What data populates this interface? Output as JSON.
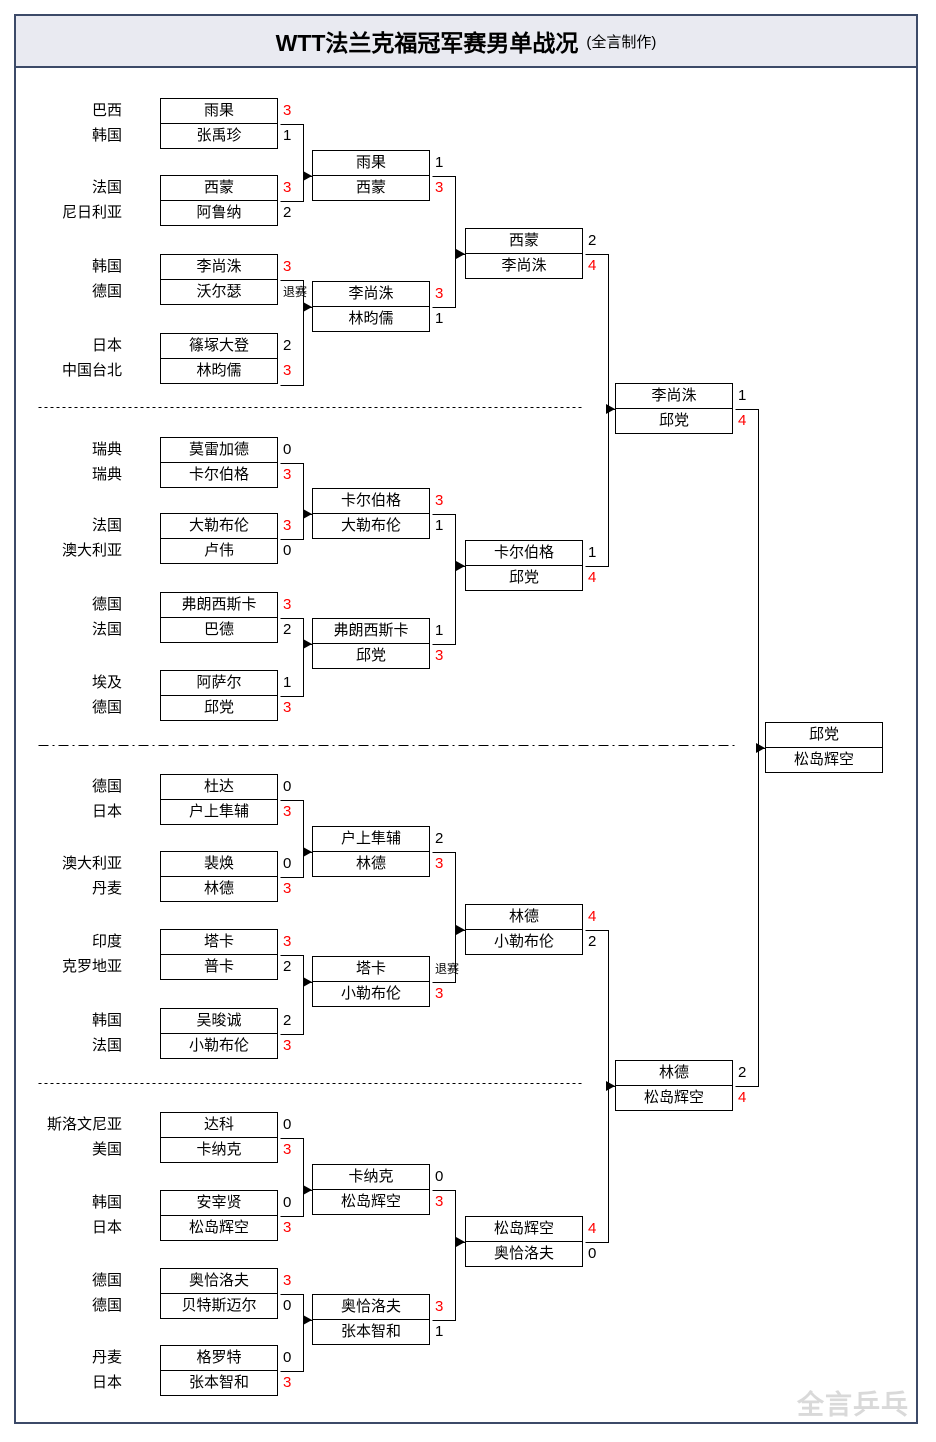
{
  "title": {
    "main": "WTT法兰克福冠军赛男单战况",
    "sub": "(全言制作)"
  },
  "watermark": "全言乒乓",
  "colors": {
    "win_score": "#ff0000",
    "line": "#000000",
    "frame": "#3c4a68",
    "titlebar_bg": "#e9eaf1"
  },
  "b": {
    "q1m1": {
      "c1": "巴西",
      "p1": "雨果",
      "s1": "3",
      "c2": "韩国",
      "p2": "张禹珍",
      "s2": "1"
    },
    "q1m2": {
      "c1": "法国",
      "p1": "西蒙",
      "s1": "3",
      "c2": "尼日利亚",
      "p2": "阿鲁纳",
      "s2": "2"
    },
    "q1m3": {
      "c1": "韩国",
      "p1": "李尚洙",
      "s1": "3",
      "c2": "德国",
      "p2": "沃尔瑟",
      "s2": "退赛"
    },
    "q1m4": {
      "c1": "日本",
      "p1": "篠塚大登",
      "s1": "2",
      "c2": "中国台北",
      "p2": "林昀儒",
      "s2": "3"
    },
    "q1r2a": {
      "p1": "雨果",
      "s1": "1",
      "p2": "西蒙",
      "s2": "3"
    },
    "q1r2b": {
      "p1": "李尚洙",
      "s1": "3",
      "p2": "林昀儒",
      "s2": "1"
    },
    "q1r3": {
      "p1": "西蒙",
      "s1": "2",
      "p2": "李尚洙",
      "s2": "4"
    },
    "q2m1": {
      "c1": "瑞典",
      "p1": "莫雷加德",
      "s1": "0",
      "c2": "瑞典",
      "p2": "卡尔伯格",
      "s2": "3"
    },
    "q2m2": {
      "c1": "法国",
      "p1": "大勒布伦",
      "s1": "3",
      "c2": "澳大利亚",
      "p2": "卢伟",
      "s2": "0"
    },
    "q2m3": {
      "c1": "德国",
      "p1": "弗朗西斯卡",
      "s1": "3",
      "c2": "法国",
      "p2": "巴德",
      "s2": "2"
    },
    "q2m4": {
      "c1": "埃及",
      "p1": "阿萨尔",
      "s1": "1",
      "c2": "德国",
      "p2": "邱党",
      "s2": "3"
    },
    "q2r2a": {
      "p1": "卡尔伯格",
      "s1": "3",
      "p2": "大勒布伦",
      "s2": "1"
    },
    "q2r2b": {
      "p1": "弗朗西斯卡",
      "s1": "1",
      "p2": "邱党",
      "s2": "3"
    },
    "q2r3": {
      "p1": "卡尔伯格",
      "s1": "1",
      "p2": "邱党",
      "s2": "4"
    },
    "sfl": {
      "p1": "李尚洙",
      "s1": "1",
      "p2": "邱党",
      "s2": "4"
    },
    "q3m1": {
      "c1": "德国",
      "p1": "杜达",
      "s1": "0",
      "c2": "日本",
      "p2": "户上隼辅",
      "s2": "3"
    },
    "q3m2": {
      "c1": "澳大利亚",
      "p1": "裴焕",
      "s1": "0",
      "c2": "丹麦",
      "p2": "林德",
      "s2": "3"
    },
    "q3m3": {
      "c1": "印度",
      "p1": "塔卡",
      "s1": "3",
      "c2": "克罗地亚",
      "p2": "普卡",
      "s2": "2"
    },
    "q3m4": {
      "c1": "韩国",
      "p1": "吴晙诚",
      "s1": "2",
      "c2": "法国",
      "p2": "小勒布伦",
      "s2": "3"
    },
    "q3r2a": {
      "p1": "户上隼辅",
      "s1": "2",
      "p2": "林德",
      "s2": "3"
    },
    "q3r2b": {
      "p1": "塔卡",
      "s1": "退赛",
      "p2": "小勒布伦",
      "s2": "3"
    },
    "q3r3": {
      "p1": "林德",
      "s1": "4",
      "p2": "小勒布伦",
      "s2": "2"
    },
    "q4m1": {
      "c1": "斯洛文尼亚",
      "p1": "达科",
      "s1": "0",
      "c2": "美国",
      "p2": "卡纳克",
      "s2": "3"
    },
    "q4m2": {
      "c1": "韩国",
      "p1": "安宰贤",
      "s1": "0",
      "c2": "日本",
      "p2": "松岛辉空",
      "s2": "3"
    },
    "q4m3": {
      "c1": "德国",
      "p1": "奥恰洛夫",
      "s1": "3",
      "c2": "德国",
      "p2": "贝特斯迈尔",
      "s2": "0"
    },
    "q4m4": {
      "c1": "丹麦",
      "p1": "格罗特",
      "s1": "0",
      "c2": "日本",
      "p2": "张本智和",
      "s2": "3"
    },
    "q4r2a": {
      "p1": "卡纳克",
      "s1": "0",
      "p2": "松岛辉空",
      "s2": "3"
    },
    "q4r2b": {
      "p1": "奥恰洛夫",
      "s1": "3",
      "p2": "张本智和",
      "s2": "1"
    },
    "q4r3": {
      "p1": "松岛辉空",
      "s1": "4",
      "p2": "奥恰洛夫",
      "s2": "0"
    },
    "sfr": {
      "p1": "林德",
      "s1": "2",
      "p2": "松岛辉空",
      "s2": "4"
    },
    "final": {
      "p1": "邱党",
      "p2": "松岛辉空"
    }
  }
}
